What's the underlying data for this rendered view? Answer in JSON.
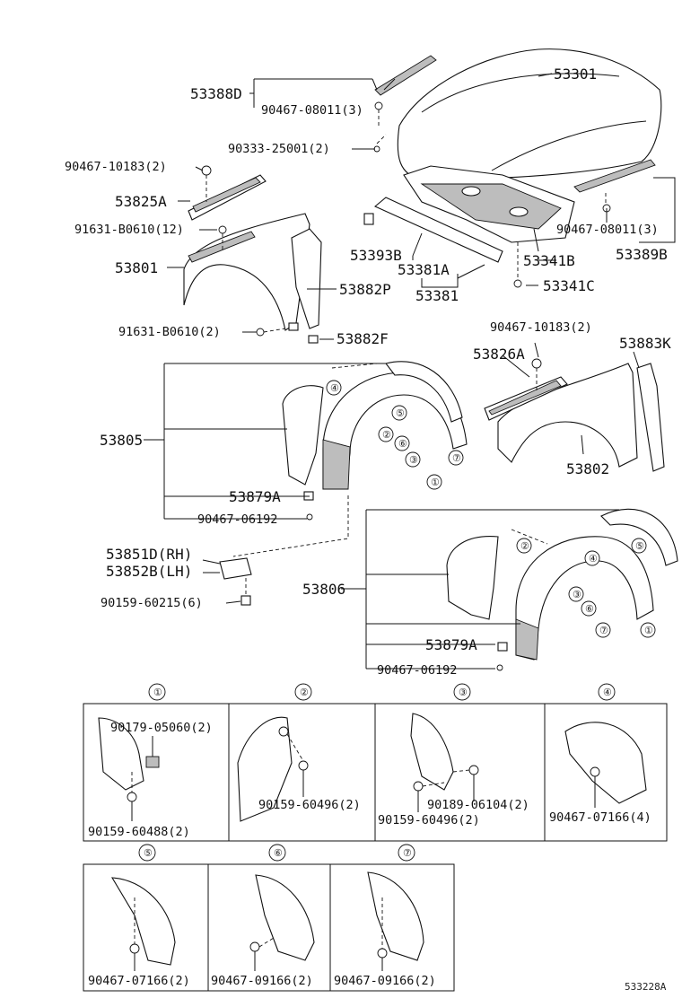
{
  "labels": {
    "p53301": "53301",
    "p53388D": "53388D",
    "p90467_08011_a": "90467-08011(3)",
    "p90333": "90333-25001(2)",
    "p90467_10183_a": "90467-10183(2)",
    "p53825A": "53825A",
    "p91631_a": "91631-B0610(12)",
    "p53801": "53801",
    "p53882P": "53882P",
    "p91631_b": "91631-B0610(2)",
    "p53882F": "53882F",
    "p53393B": "53393B",
    "p53381A": "53381A",
    "p53381": "53381",
    "p53341B": "53341B",
    "p53341C": "53341C",
    "p90467_08011_b": "90467-08011(3)",
    "p53389B": "53389B",
    "p90467_10183_b": "90467-10183(2)",
    "p53826A": "53826A",
    "p53883K": "53883K",
    "p53802": "53802",
    "p53805": "53805",
    "p53879A_a": "53879A",
    "p90467_06192_a": "90467-06192",
    "p53851D": "53851D(RH)",
    "p53852B": "53852B(LH)",
    "p90159_60215": "90159-60215(6)",
    "p53806": "53806",
    "p53879A_b": "53879A",
    "p90467_06192_b": "90467-06192",
    "d1_a": "90179-05060(2)",
    "d1_b": "90159-60488(2)",
    "d2_a": "90159-60496(2)",
    "d3_a": "90189-06104(2)",
    "d3_b": "90159-60496(2)",
    "d4_a": "90467-07166(4)",
    "d5_a": "90467-07166(2)",
    "d6_a": "90467-09166(2)",
    "d7_a": "90467-09166(2)",
    "figure_id": "533228A"
  },
  "callouts": [
    "①",
    "②",
    "③",
    "④",
    "⑤",
    "⑥",
    "⑦"
  ]
}
